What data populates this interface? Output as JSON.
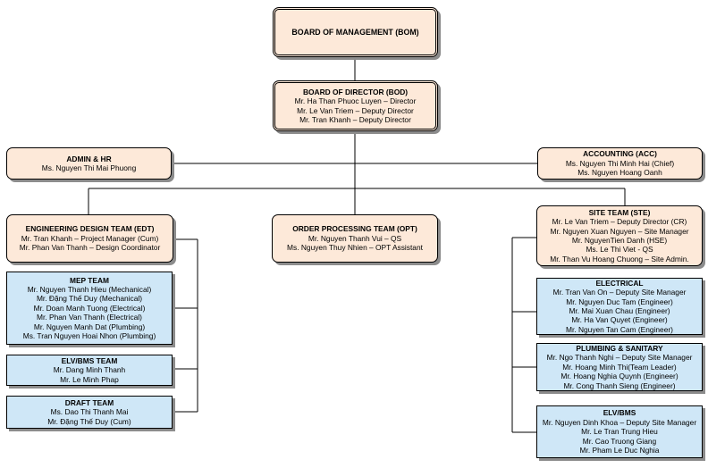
{
  "colors": {
    "peach": "#fde9d9",
    "blue": "#cfe7f7",
    "line": "#000000",
    "shadow": "#8c8c8c"
  },
  "bom": {
    "title": "BOARD OF MANAGEMENT (BOM)"
  },
  "bod": {
    "title": "BOARD OF DIRECTOR (BOD)",
    "lines": [
      "Mr. Ha Than Phuoc Luyen – Director",
      "Mr. Le Van Triem – Deputy Director",
      "Mr. Tran Khanh –  Deputy Director"
    ]
  },
  "admin": {
    "title": "ADMIN & HR",
    "lines": [
      "Ms. Nguyen Thi Mai Phuong"
    ]
  },
  "accounting": {
    "title": "ACCOUNTING (ACC)",
    "lines": [
      "Ms. Nguyen Thi Minh Hai (Chief)",
      "Ms. Nguyen Hoang Oanh"
    ]
  },
  "edt": {
    "title": "ENGINEERING DESIGN TEAM (EDT)",
    "lines": [
      "Mr. Tran Khanh – Project Manager (Cum)",
      "Mr. Phan Van Thanh – Design Coordinator"
    ]
  },
  "opt": {
    "title": "ORDER PROCESSING TEAM (OPT)",
    "lines": [
      "Mr. Nguyen Thanh Vui – QS",
      "Ms. Nguyen Thuy Nhien – OPT Assistant"
    ]
  },
  "ste": {
    "title": "SITE TEAM (STE)",
    "lines": [
      "Mr. Le Van Triem – Deputy Director (CR)",
      "Mr. Nguyen Xuan Nguyen – Site Manager",
      "Mr. NguyenTien Danh (HSE)",
      "Ms. Le Thi Viet - QS",
      "Mr. Than Vu Hoang Chuong – Site Admin."
    ]
  },
  "mep": {
    "title": "MEP TEAM",
    "lines": [
      "Mr. Nguyen Thanh Hieu (Mechanical)",
      "Mr. Đặng Thế Duy (Mechanical)",
      "Mr. Doan Manh Tuong (Electrical)",
      "Mr. Phan Van Thanh (Electrical)",
      "Mr. Nguyen Manh Dat (Plumbing)",
      "Ms. Tran Nguyen Hoai Nhon (Plumbing)"
    ]
  },
  "elv_team": {
    "title": "ELV/BMS TEAM",
    "lines": [
      "Mr. Dang Minh Thanh",
      "Mr. Le Minh Phap"
    ]
  },
  "draft": {
    "title": "DRAFT TEAM",
    "lines": [
      "Ms. Dao Thi Thanh Mai",
      "Mr. Đặng Thế Duy (Cum)"
    ]
  },
  "electrical": {
    "title": "ELECTRICAL",
    "lines": [
      "Mr. Tran Van On – Deputy Site Manager",
      "Mr. Nguyen Duc Tam (Engineer)",
      "Mr. Mai Xuan Chau (Engineer)",
      "Mr. Ha Van Quyet (Engineer)",
      "Mr. Nguyen Tan Cam (Engineer)"
    ]
  },
  "plumbing": {
    "title": "PLUMBING & SANITARY",
    "lines": [
      "Mr. Ngo Thanh Nghi – Deputy Site Manager",
      "Mr. Hoang Minh Thi(Team Leader)",
      "Mr. Hoang Nghia Quynh (Engineer)",
      "Mr. Cong Thanh Sieng (Engineer)"
    ]
  },
  "elv_site": {
    "title": "ELV/BMS",
    "lines": [
      "Mr. Nguyen Dinh Khoa – Deputy Site Manager",
      "Mr. Le Tran Trung Hieu",
      "Mr. Cao Truong Giang",
      "Mr. Pham Le Duc Nghia"
    ]
  }
}
